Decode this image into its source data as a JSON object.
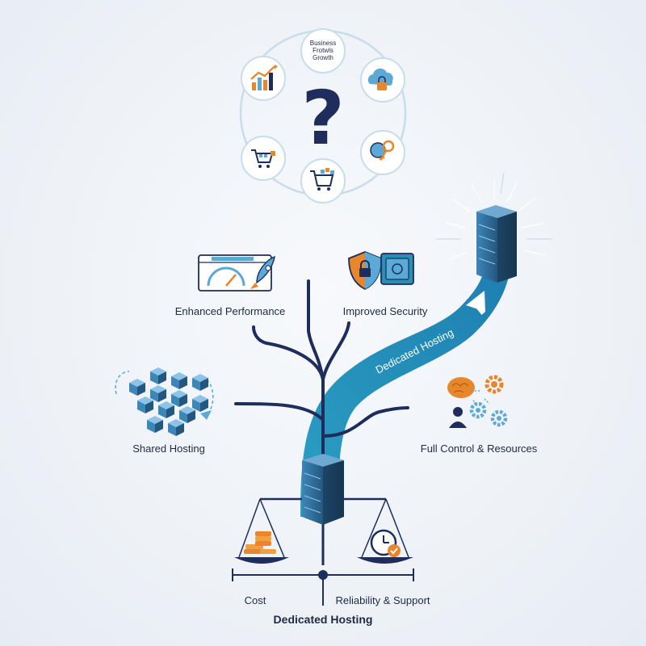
{
  "cycle": {
    "center_symbol": "?",
    "top_node_label": "Business\nFrotwls\nGrowth",
    "nodes": [
      {
        "icon": "growth-chart-icon"
      },
      {
        "icon": "cloud-lock-icon"
      },
      {
        "icon": "shopping-cart-icon"
      },
      {
        "icon": "key-lock-icon"
      },
      {
        "icon": "cart-blocks-icon"
      }
    ]
  },
  "branches": {
    "enhanced_performance": "Enhanced Performance",
    "improved_security": "Improved Security",
    "shared_hosting": "Shared Hosting",
    "full_control": "Full Control & Resources"
  },
  "path_label": "Dedicated Hosting",
  "scale": {
    "left_label": "Cost",
    "right_label": "Reliability & Support",
    "bottom_title": "Dedicated Hosting"
  },
  "colors": {
    "navy": "#1f2d5c",
    "teal": "#2a8fb5",
    "server_blue": "#2f6f9f",
    "orange": "#e8862b",
    "light_blue": "#5aa9d6"
  }
}
